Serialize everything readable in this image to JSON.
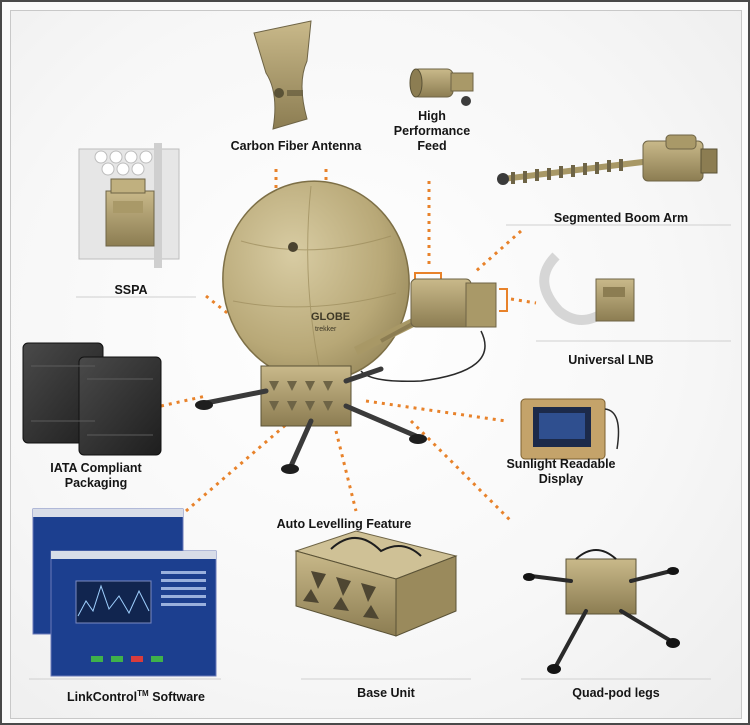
{
  "colors": {
    "connector": "#e8822a",
    "equipment_tan": "#b9a878",
    "equipment_dark": "#6e6446",
    "case_dark": "#3a3a3a",
    "software_blue": "#1c3f8f"
  },
  "components": {
    "carbon_fiber_antenna": "Carbon Fiber Antenna",
    "high_performance_feed": "High Performance Feed",
    "segmented_boom_arm": "Segmented Boom Arm",
    "ssp a": "SSPA",
    "universal_lnb": "Universal LNB",
    "sunlight_readable_display": "Sunlight Readable Display",
    "iata_compliant_packaging": "IATA Compliant Packaging",
    "auto_levelling_feature": "Auto Levelling Feature",
    "linkcontrol_software": "LinkControl",
    "linkcontrol_tm": "TM",
    "linkcontrol_suffix": " Software",
    "base_unit": "Base Unit",
    "quad_pod_legs": "Quad-pod legs"
  },
  "dish_text": {
    "brand": "GLOBE",
    "sub": "trekker"
  }
}
